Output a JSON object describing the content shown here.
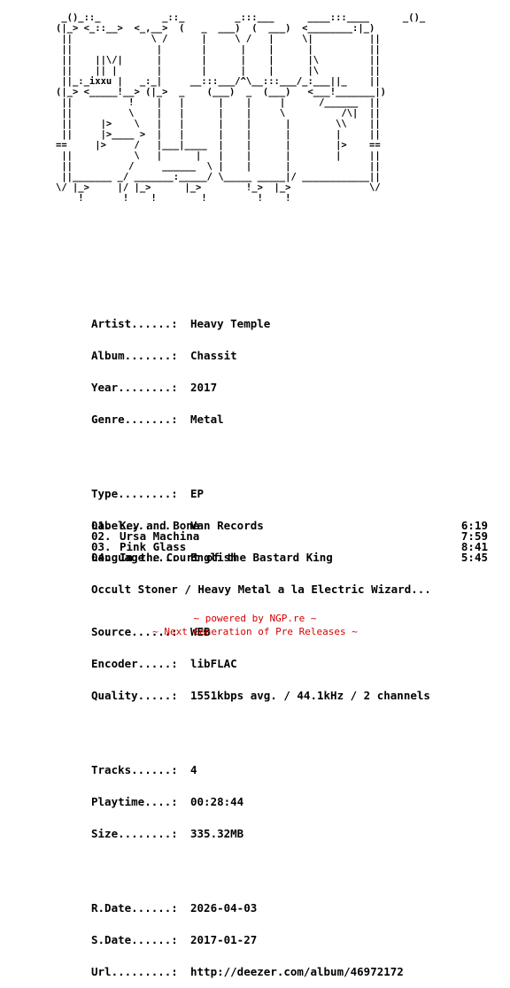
{
  "ascii_art": " _()_::_           _::_         _:::___      ____:::____      _()_\n(|_> <_::__>  <_,__>  (   _  ___)  (  ___)  <________:|_)\n ||              \\ /      |     \\ /   |     \\|          ||\n ||               |       |      |    |      |          ||\n ||    ||\\/|      |       |      |    |      |\\         ||\n ||    || |       |       |      |    |      |\\         ||\n ||_:_ixxu |   _:_|     __:::___/^\\__:::___/_:___||_    ||\n(|_> <_____!__> (|_>  _    (___)  _  (___)   <___!_______|)\n ||          !    |   |      |    |     |      /______  ||\n ||          \\    |   |      |    |     \\          /\\|  ||\n ||     |>    \\   |   |      |    |      |        \\\\    ||\n ||     |>____ >  |   |      |    |      |        |     ||\n==     |>     /   |___|____  |    |      |        |>    ==\n ||           \\   |      |   |    |      |        |     ||\n ||          /     ______  \\ |    |      |              ||\n ||_______ _/ _______:_____/ \\_____ _____|/ ____________||\n\\/ |_>     |/ |_>      |_>        !_>  |_>              \\/\n    !       !    !        !         !    !",
  "info_groups": [
    [
      {
        "label": "Artist......:",
        "value": "Heavy Temple"
      },
      {
        "label": "Album.......:",
        "value": "Chassit"
      },
      {
        "label": "Year........:",
        "value": "2017"
      },
      {
        "label": "Genre.......:",
        "value": "Metal"
      }
    ],
    [
      {
        "label": "Type........:",
        "value": "EP"
      },
      {
        "label": "Label.......:",
        "value": "Van Records"
      },
      {
        "label": "Language....:",
        "value": "English"
      }
    ],
    [
      {
        "label": "Source......:",
        "value": "WEB"
      },
      {
        "label": "Encoder.....:",
        "value": "libFLAC"
      },
      {
        "label": "Quality.....:",
        "value": "1551kbps avg. / 44.1kHz / 2 channels"
      }
    ],
    [
      {
        "label": "Tracks......:",
        "value": "4"
      },
      {
        "label": "Playtime....:",
        "value": "00:28:44"
      },
      {
        "label": "Size........:",
        "value": "335.32MB"
      }
    ],
    [
      {
        "label": "R.Date......:",
        "value": "2026-04-03"
      },
      {
        "label": "S.Date......:",
        "value": "2017-01-27"
      },
      {
        "label": "Url.........:",
        "value": "http://deezer.com/album/46972172"
      }
    ]
  ],
  "tracks": [
    {
      "num": "01.",
      "title": "Key and Bone",
      "time": "6:19"
    },
    {
      "num": "02.",
      "title": "Ursa Machina",
      "time": "7:59"
    },
    {
      "num": "03.",
      "title": "Pink Glass",
      "time": "8:41"
    },
    {
      "num": "04.",
      "title": "In the Court of the Bastard King",
      "time": "5:45"
    }
  ],
  "description": "Occult Stoner / Heavy Metal a la Electric Wizard...",
  "footer": {
    "line1": "~ powered by NGP.re ~",
    "line2": "~ Next Generation of Pre Releases ~",
    "color": "#d40000"
  }
}
